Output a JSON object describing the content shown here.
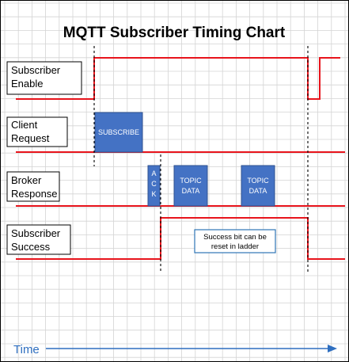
{
  "title": "MQTT Subscriber Timing Chart",
  "rows": [
    {
      "id": "enable",
      "label_lines": [
        "Subscriber",
        "Enable"
      ]
    },
    {
      "id": "request",
      "label_lines": [
        "Client",
        "Request"
      ]
    },
    {
      "id": "response",
      "label_lines": [
        "Broker",
        "Response"
      ]
    },
    {
      "id": "success",
      "label_lines": [
        "Subscriber",
        "Success"
      ]
    }
  ],
  "pulses": {
    "subscribe": {
      "lines": [
        "SUBSCRIBE"
      ]
    },
    "ack": {
      "lines": [
        "A",
        "C",
        "K"
      ]
    },
    "topic_data_1": {
      "lines": [
        "TOPIC",
        "DATA"
      ]
    },
    "topic_data_2": {
      "lines": [
        "TOPIC",
        "DATA"
      ]
    }
  },
  "note": {
    "lines": [
      "Success bit can be",
      "reset in ladder"
    ]
  },
  "time_axis": {
    "label": "Time"
  },
  "colors": {
    "signal": "#e8141c",
    "pulse_fill": "#4472c4",
    "pulse_stroke": "#2f528f",
    "grid": "#d4d4d4",
    "note_border": "#2e75b6",
    "time": "#2f6fc0",
    "frame": "#000000"
  }
}
